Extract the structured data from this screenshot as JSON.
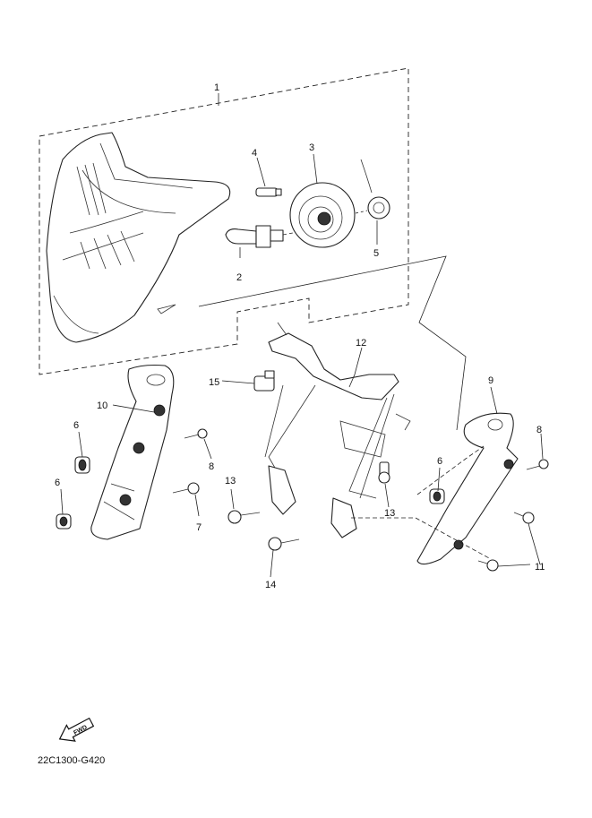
{
  "diagram": {
    "code": "22C1300-G420",
    "fwd_label": "FWD",
    "callouts": [
      {
        "id": "c1",
        "text": "1"
      },
      {
        "id": "c2",
        "text": "2"
      },
      {
        "id": "c3",
        "text": "3"
      },
      {
        "id": "c4",
        "text": "4"
      },
      {
        "id": "c5",
        "text": "5"
      },
      {
        "id": "c6a",
        "text": "6"
      },
      {
        "id": "c6b",
        "text": "6"
      },
      {
        "id": "c6c",
        "text": "6"
      },
      {
        "id": "c7",
        "text": "7"
      },
      {
        "id": "c8a",
        "text": "8"
      },
      {
        "id": "c8b",
        "text": "8"
      },
      {
        "id": "c9",
        "text": "9"
      },
      {
        "id": "c10",
        "text": "10"
      },
      {
        "id": "c11",
        "text": "11"
      },
      {
        "id": "c12",
        "text": "12"
      },
      {
        "id": "c13a",
        "text": "13"
      },
      {
        "id": "c13b",
        "text": "13"
      },
      {
        "id": "c14",
        "text": "14"
      },
      {
        "id": "c15",
        "text": "15"
      }
    ]
  }
}
